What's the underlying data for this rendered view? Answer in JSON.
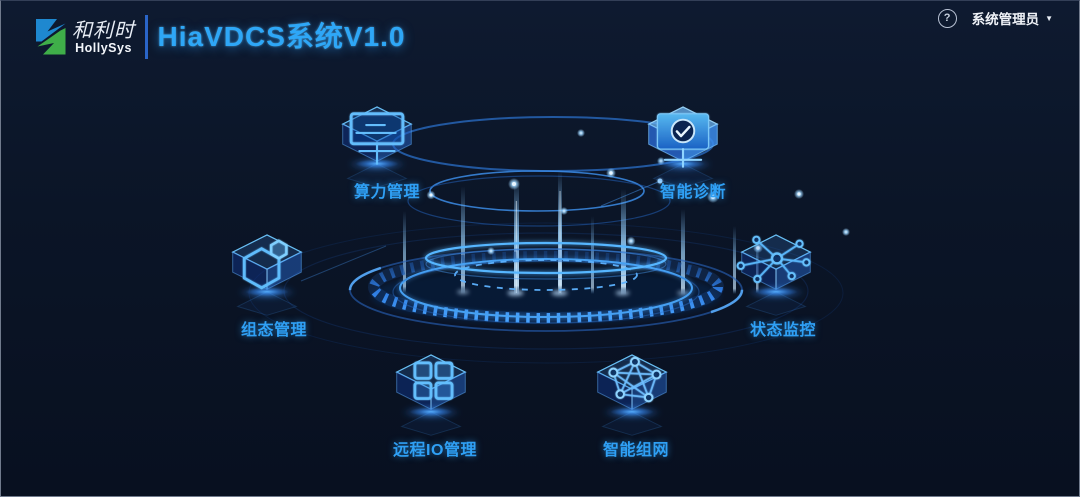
{
  "header": {
    "brand": {
      "name_cn": "和利时",
      "name_en": "HollySys"
    },
    "title": "HiaVDCS系统V1.0",
    "help_label": "?",
    "user": {
      "name": "系统管理员"
    }
  },
  "colors": {
    "accent": "#2fa0f5",
    "title_blue": "#2ea7f7",
    "logo_blue": "#1e88d0",
    "logo_green": "#3fae49"
  },
  "menu": [
    {
      "label": "算力管理",
      "icon": "monitor-icon"
    },
    {
      "label": "智能诊断",
      "icon": "monitor-check-icon"
    },
    {
      "label": "组态管理",
      "icon": "hexagons-icon"
    },
    {
      "label": "状态监控",
      "icon": "hub-network-icon"
    },
    {
      "label": "远程IO管理",
      "icon": "io-grid-icon"
    },
    {
      "label": "智能组网",
      "icon": "mesh-network-icon"
    }
  ]
}
